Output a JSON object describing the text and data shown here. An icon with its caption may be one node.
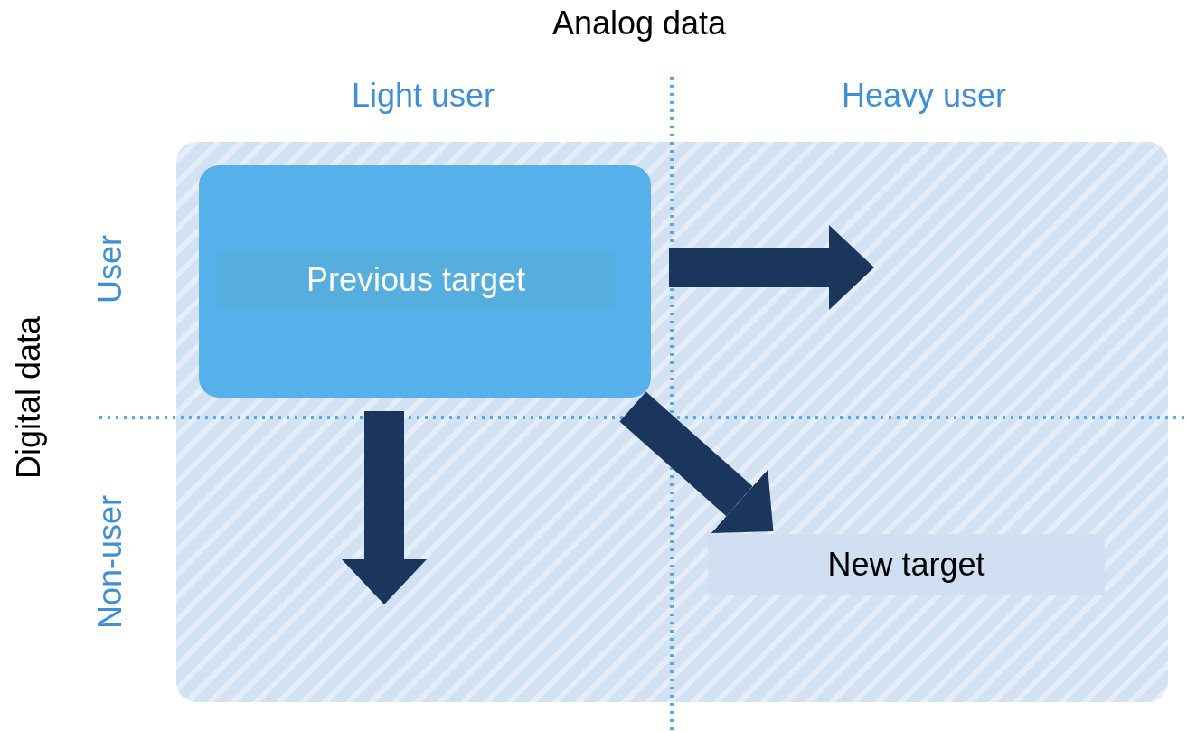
{
  "diagram": {
    "nodes": [
      {
        "text": [
          "Previous target"
        ]
      },
      {
        "text": [
          "New target"
        ]
      }
    ],
    "edges": [
      {
        "from": 0,
        "to": null,
        "arrow": "to"
      },
      {
        "from": 0,
        "to": null,
        "arrow": "to"
      },
      {
        "from": 0,
        "to": 1,
        "arrow": "to"
      }
    ],
    "labels": [
      "Analog data",
      "Light user",
      "Heavy user",
      "Digital data",
      "User",
      "Non-user"
    ]
  }
}
